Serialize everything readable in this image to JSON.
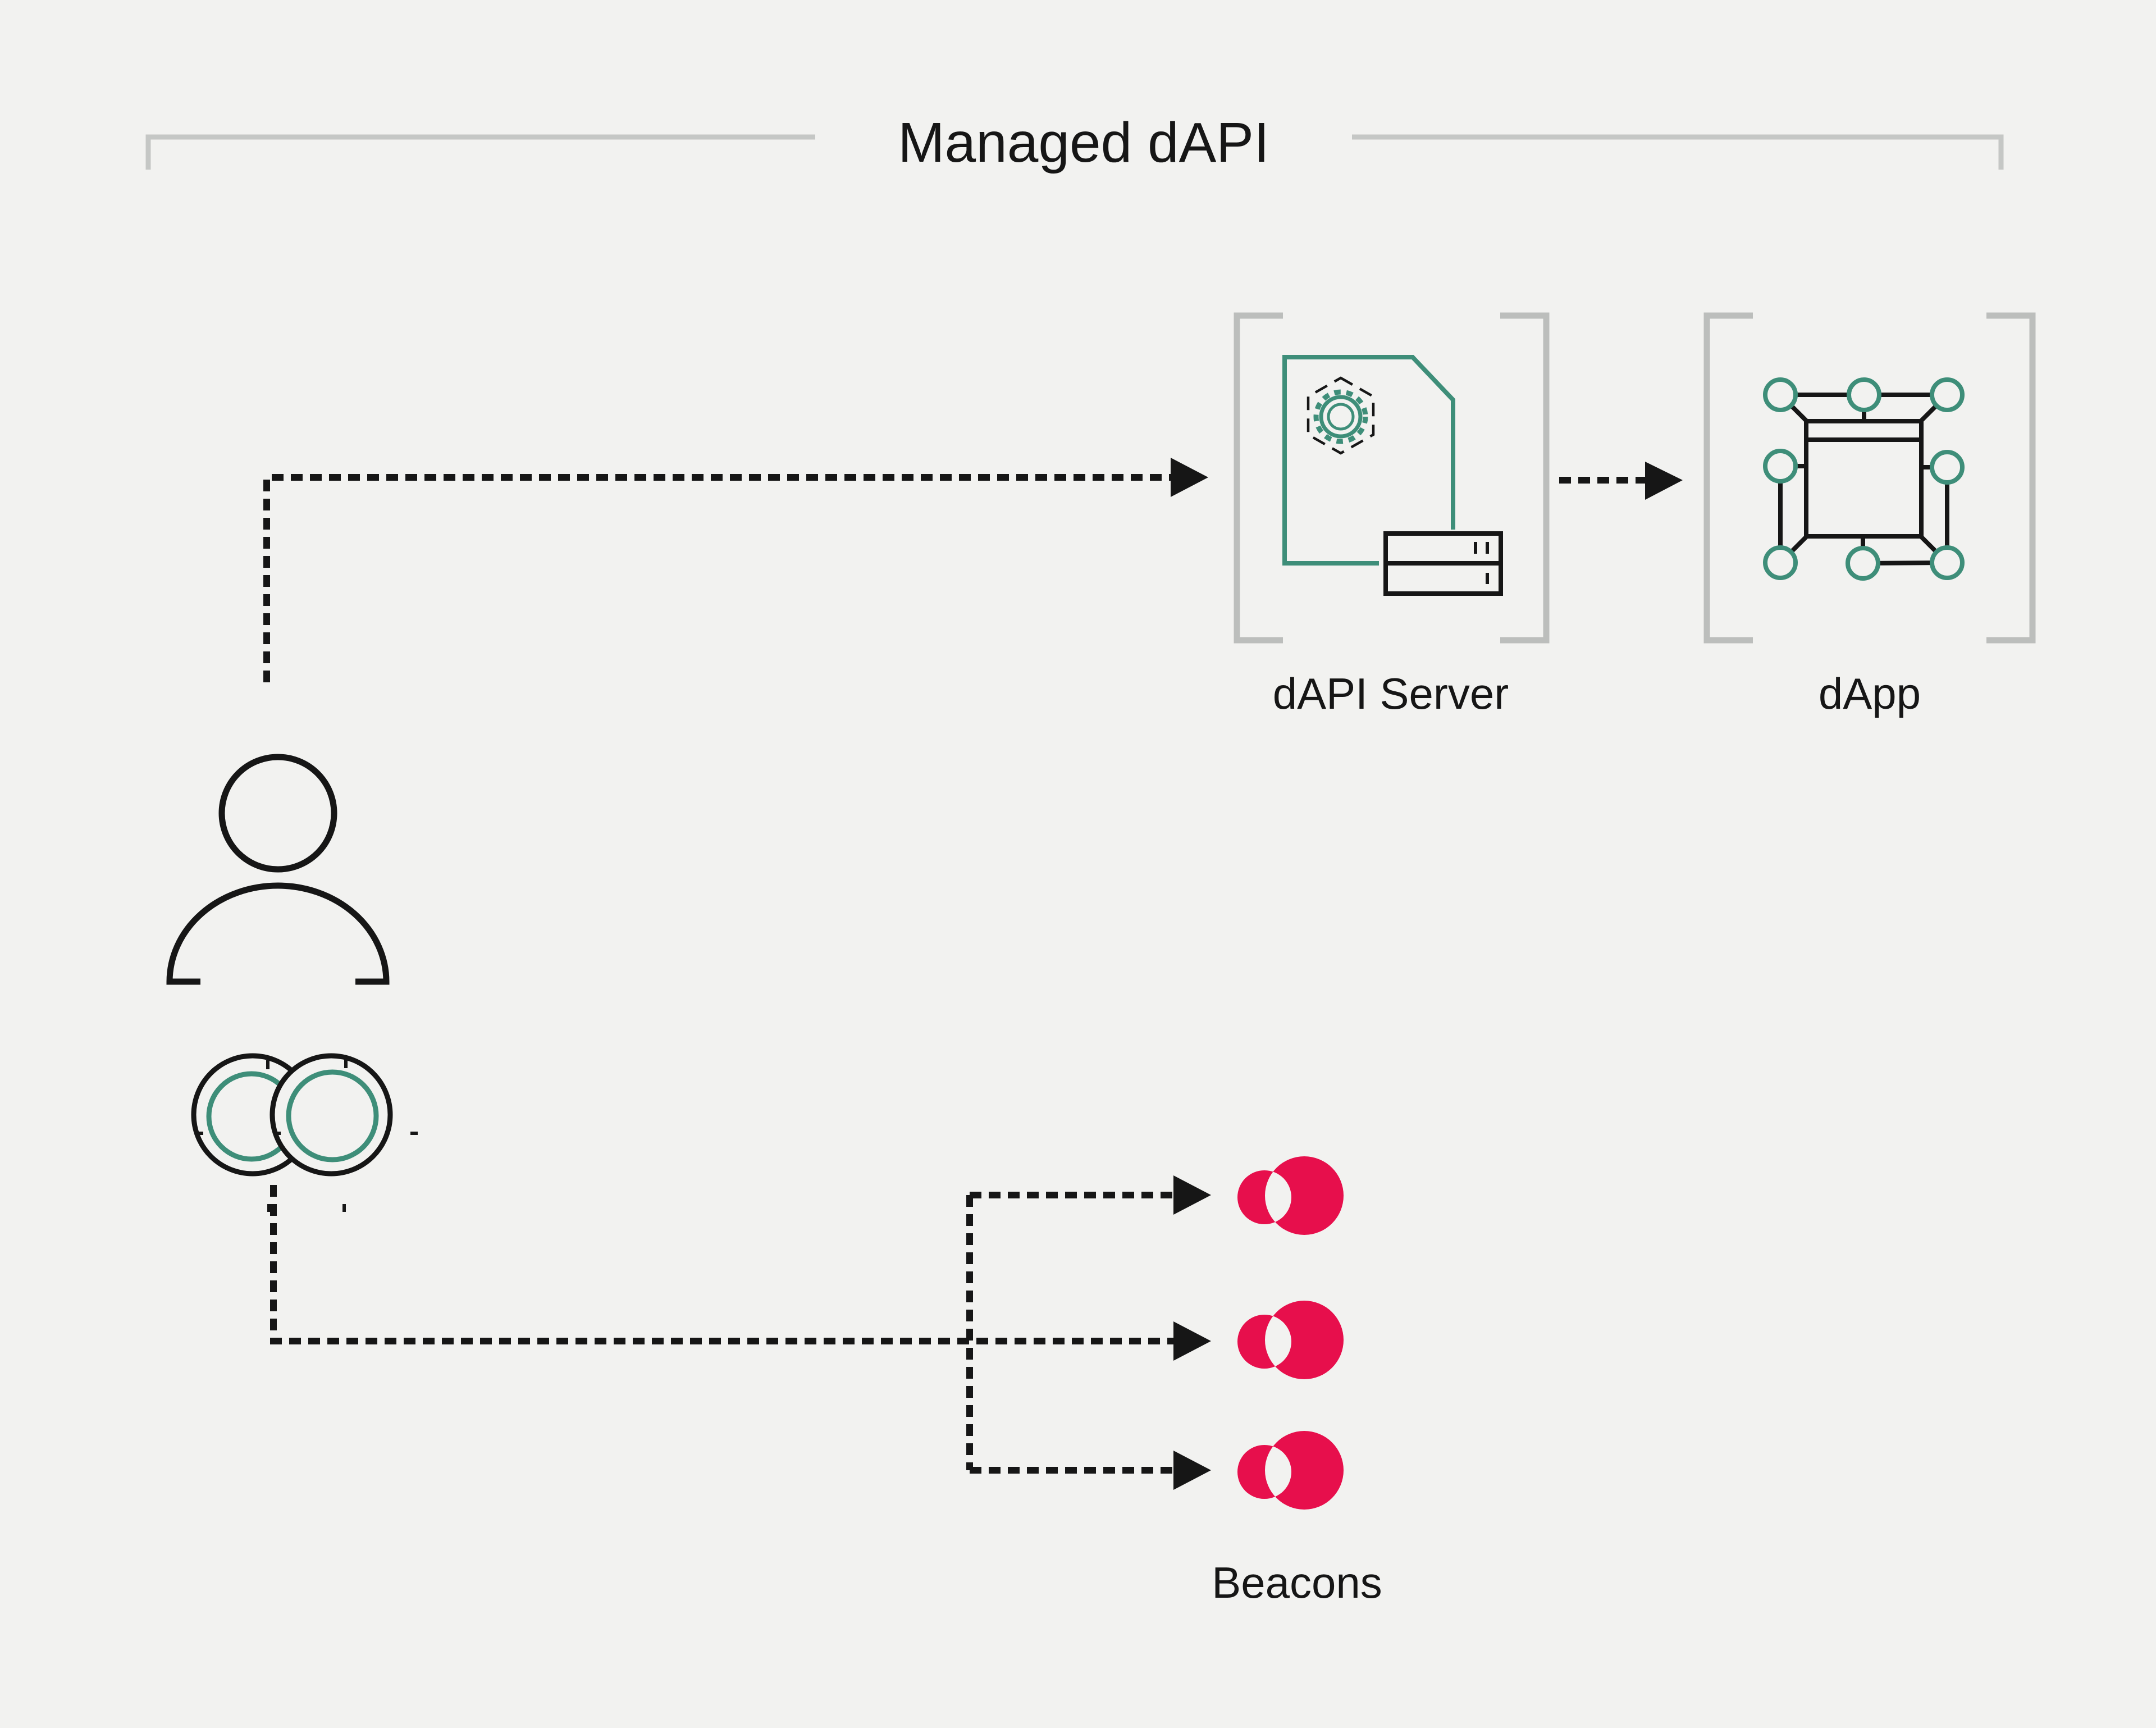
{
  "title": "Managed dAPI",
  "nodes": {
    "dapi_server": {
      "label": "dAPI Server",
      "icon": "document-gear-server-icon"
    },
    "dapp": {
      "label": "dApp",
      "icon": "browser-network-icon"
    },
    "api_provider": {
      "icon": "person-with-rings-icon"
    },
    "beacons": {
      "label": "Beacons",
      "icon": "beacon-overlapping-circles-icon",
      "count": 3
    }
  },
  "connections": [
    {
      "from": "api_provider",
      "to": "dapi_server",
      "style": "dashed-arrow"
    },
    {
      "from": "dapi_server",
      "to": "dapp",
      "style": "dashed-arrow"
    },
    {
      "from": "api_provider",
      "to": "beacons",
      "style": "dashed-arrow-fanout-3"
    }
  ],
  "colors": {
    "background": "#f2f2f0",
    "ink": "#161616",
    "line_gray": "#c5c7c5",
    "bracket_gray": "#bcbebc",
    "green": "#3e8e79",
    "beacon_red": "#e70f4c"
  }
}
